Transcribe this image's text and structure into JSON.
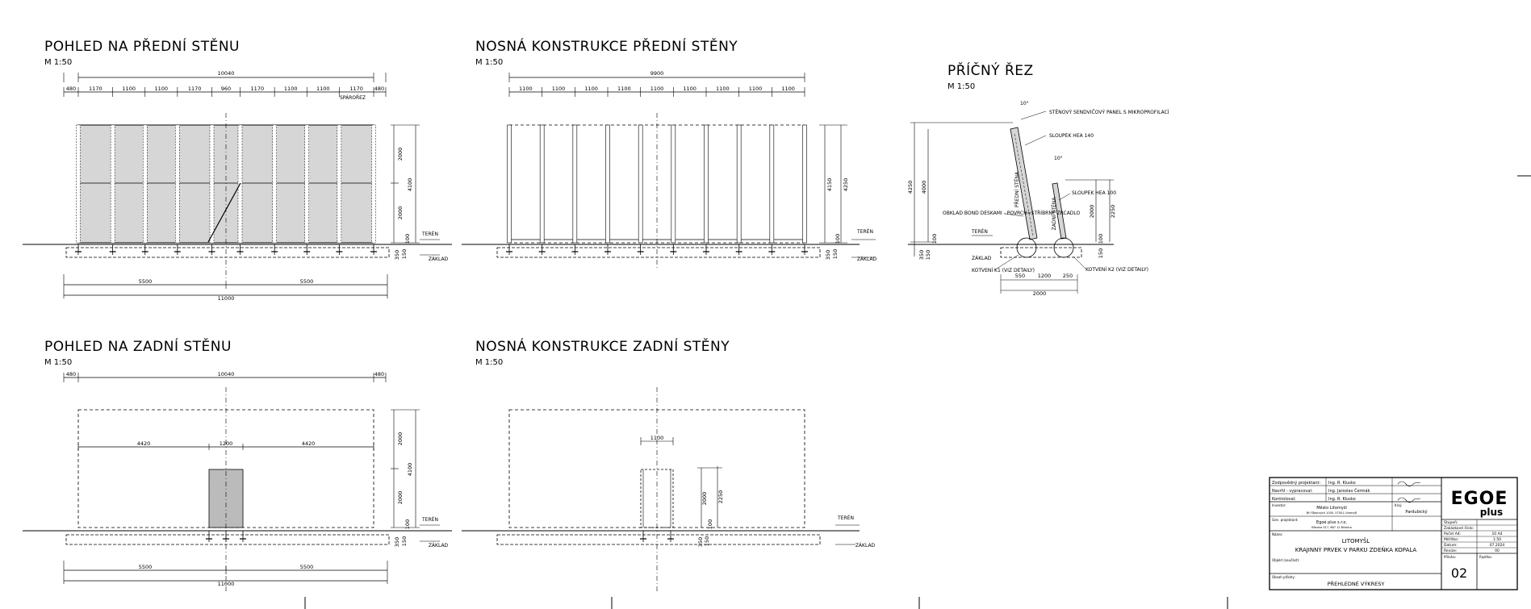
{
  "views": {
    "front_view": {
      "title": "POHLED NA PŘEDNÍ STĚNU",
      "scale": "M 1:50",
      "overall": "10040",
      "left_end": "480",
      "right_end": "480",
      "segments": [
        "1170",
        "1100",
        "1100",
        "1170",
        "960",
        "1170",
        "1100",
        "1100",
        "1170"
      ],
      "joint_label": "SPÁROŘEZ",
      "heights": [
        "2000",
        "2000",
        "100"
      ],
      "total_height": "4100",
      "base": "350",
      "base2": "150",
      "bottom_halves": [
        "5500",
        "5500"
      ],
      "bottom_total": "11000",
      "terrain": "TERÉN",
      "foundation": "ZÁKLAD"
    },
    "front_structure": {
      "title": "NOSNÁ KONSTRUKCE PŘEDNÍ STĚNY",
      "scale": "M 1:50",
      "overall": "9900",
      "segments": [
        "1100",
        "1100",
        "1100",
        "1100",
        "1100",
        "1100",
        "1100",
        "1100",
        "1100"
      ],
      "heights": [
        "4150",
        "4250",
        "100"
      ],
      "base": "350",
      "base2": "150",
      "terrain": "TERÉN",
      "foundation": "ZÁKLAD"
    },
    "section": {
      "title": "PŘÍČNÝ ŘEZ",
      "scale": "M 1:50",
      "labels": {
        "panel": "STĚNOVÝ SENDVIČOVÝ PANEL S MIKROPROFILACÍ",
        "post1": "SLOUPEK HEA 140",
        "post2": "SLOUPEK HEA 100",
        "cladding": "OBKLAD BOND DESKAMI - POVRCH=STŘÍBRNÉ ZRCADLO",
        "front_wall": "PŘEDNÍ STĚNA",
        "back_wall": "ZADNÍ STĚNA",
        "anchor1": "KOTVENÍ K1 (VIZ DETAILY)",
        "anchor2": "KOTVENÍ K2 (VIZ DETAILY)",
        "terrain": "TERÉN",
        "foundation": "ZÁKLAD"
      },
      "dims": {
        "h1": "4250",
        "h2": "4000",
        "h3": "100",
        "b1": "350",
        "b2": "150",
        "r1": "2000",
        "r2": "2250",
        "r3": "100",
        "r4": "150",
        "w1": "550",
        "w2": "1200",
        "w3": "250",
        "w_total": "2000",
        "angle1": "10°",
        "angle2": "10°"
      }
    },
    "back_view": {
      "title": "POHLED NA ZADNÍ STĚNU",
      "scale": "M 1:50",
      "overall": "10040",
      "left_end": "480",
      "right_end": "480",
      "middle": [
        "4420",
        "1200",
        "4420"
      ],
      "heights": [
        "2000",
        "2000",
        "100"
      ],
      "total_height": "4100",
      "base": "350",
      "base2": "150",
      "bottom_halves": [
        "5500",
        "5500"
      ],
      "bottom_total": "11000",
      "terrain": "TERÉN",
      "foundation": "ZÁKLAD"
    },
    "back_structure": {
      "title": "NOSNÁ KONSTRUKCE ZADNÍ STĚNY",
      "scale": "M 1:50",
      "top": "1100",
      "heights": [
        "2000",
        "2250",
        "100"
      ],
      "base": "350",
      "base2": "150",
      "terrain": "TERÉN",
      "foundation": "ZÁKLAD"
    }
  },
  "title_block": {
    "rows": [
      {
        "label": "Zodpovědný projektant:",
        "name": "Ing. R. Klusko"
      },
      {
        "label": "Navrhl - vypracoval:",
        "name": "Ing. Jaroslav Čermák"
      },
      {
        "label": "Kontroloval:",
        "name": "Ing. R. Klusko"
      }
    ],
    "investor_label": "Investor:",
    "investor": "Město Litomyšl",
    "investor_addr": "Bří Šťastných 1000, 57001 Litomyšl",
    "region_label": "Kraj:",
    "region": "Pardubický",
    "gp_label": "Gen. projektant:",
    "gp": "Egoé plus s.r.o.",
    "gp_addr": "Březina 517, 687 12 Březina",
    "logo_main": "EGOE",
    "logo_sub": "plus",
    "place_label": "Název:",
    "place": "LITOMYŠL",
    "project": "KRAJINNÝ PRVEK V PARKU ZDEŇKA KOPALA",
    "part_label": "Objekt (součást):",
    "drawing_label": "Obsah přílohy:",
    "drawing": "PŘEHLEDNÉ VÝKRESY",
    "meta": [
      {
        "k": "Stupeň:",
        "v": ""
      },
      {
        "k": "Zakázkové číslo:",
        "v": ""
      },
      {
        "k": "Počet A4:",
        "v": "10 A4"
      },
      {
        "k": "Měřítko:",
        "v": "1:50"
      },
      {
        "k": "Datum:",
        "v": "07.2024"
      },
      {
        "k": "Revize:",
        "v": "00"
      }
    ],
    "number_label": "Příloha:",
    "number": "02",
    "note_label": "Razítko:"
  }
}
